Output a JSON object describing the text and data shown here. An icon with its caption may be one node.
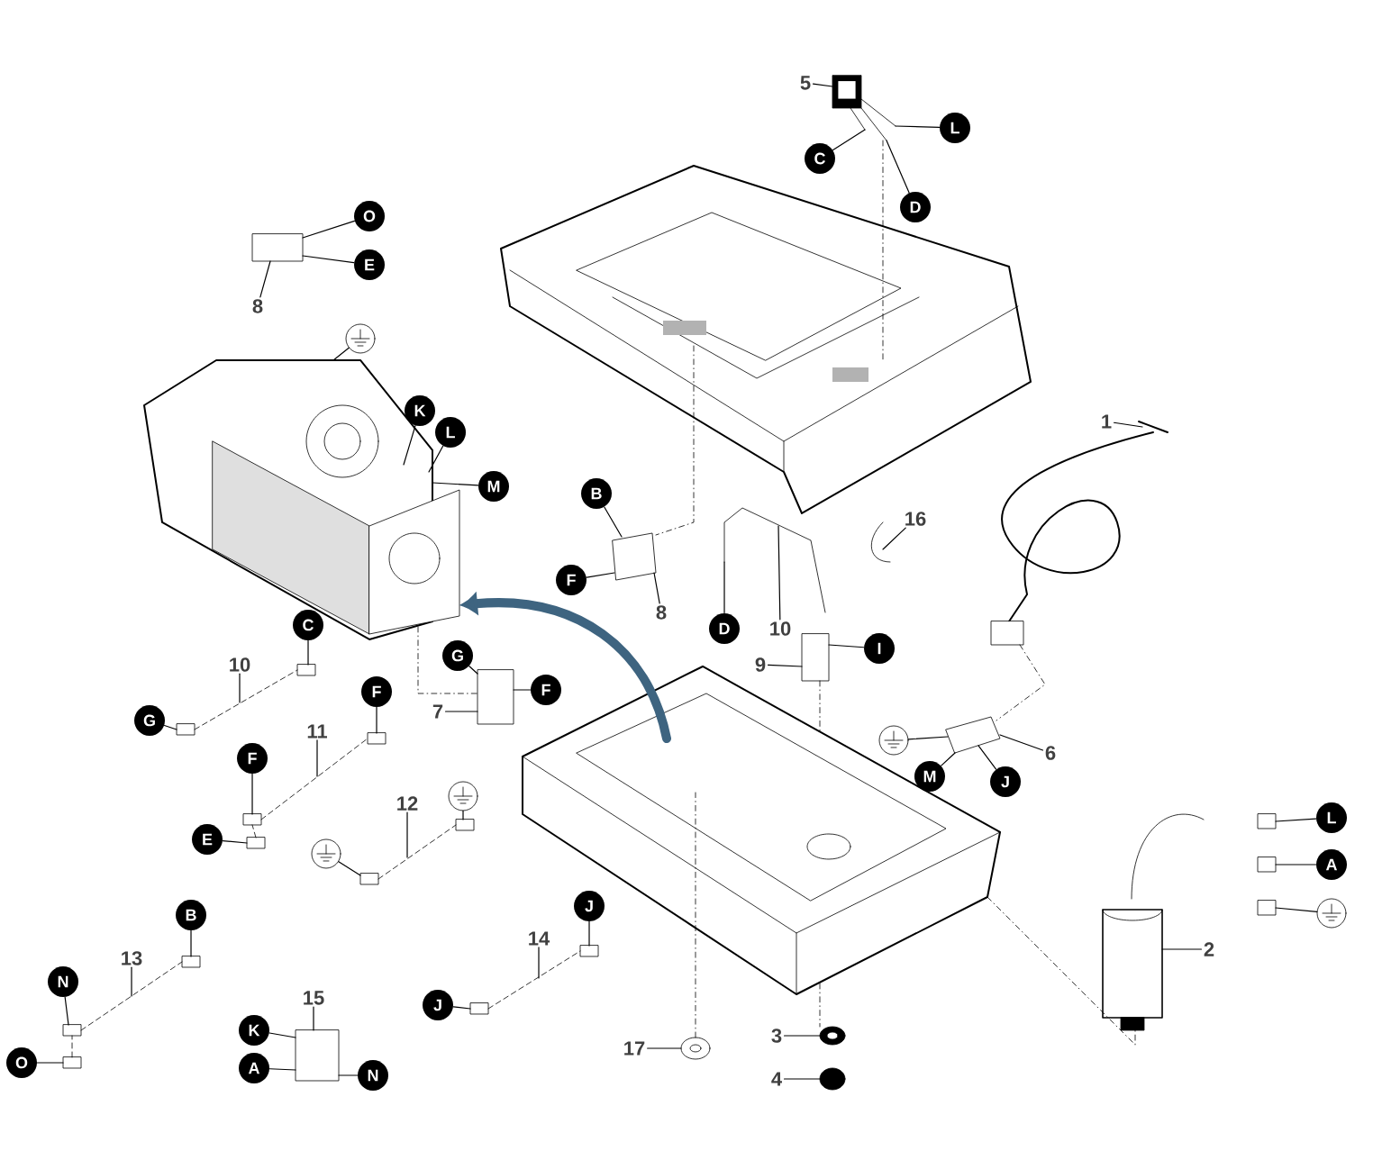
{
  "diagram": {
    "nodes": [
      {
        "text": [
          "5"
        ]
      },
      {
        "text": [
          "C"
        ]
      },
      {
        "text": [
          "L"
        ]
      },
      {
        "text": [
          "D"
        ]
      },
      {
        "text": [
          "O"
        ]
      },
      {
        "text": [
          "E"
        ]
      },
      {
        "text": [
          "8"
        ]
      },
      {
        "text": [],
        "shape": "circle"
      },
      {
        "text": [
          "K"
        ]
      },
      {
        "text": [
          "L"
        ]
      },
      {
        "text": [
          "M"
        ]
      },
      {
        "text": [
          "B"
        ]
      },
      {
        "text": [
          "F"
        ]
      },
      {
        "text": [
          "8"
        ]
      },
      {
        "text": [
          "10"
        ]
      },
      {
        "text": [
          "D"
        ]
      },
      {
        "text": [
          "I"
        ]
      },
      {
        "text": [
          "9"
        ]
      },
      {
        "text": [
          "16"
        ]
      },
      {
        "text": [
          "1"
        ]
      },
      {
        "text": [
          "C"
        ]
      },
      {
        "text": [
          "10"
        ]
      },
      {
        "text": [
          "G"
        ]
      },
      {
        "text": [
          "G"
        ]
      },
      {
        "text": [
          "F"
        ]
      },
      {
        "text": [
          "7"
        ]
      },
      {
        "text": [
          "F"
        ]
      },
      {
        "text": [
          "11"
        ]
      },
      {
        "text": [
          "F"
        ]
      },
      {
        "text": [
          "E"
        ]
      },
      {
        "text": [],
        "shape": "circle"
      },
      {
        "text": [],
        "shape": "circle"
      },
      {
        "text": [
          "12"
        ]
      },
      {
        "text": [
          "B"
        ]
      },
      {
        "text": [
          "13"
        ]
      },
      {
        "text": [
          "N"
        ]
      },
      {
        "text": [
          "O"
        ]
      },
      {
        "text": [
          "J"
        ]
      },
      {
        "text": [
          "14"
        ]
      },
      {
        "text": [
          "J"
        ]
      },
      {
        "text": [
          "15"
        ]
      },
      {
        "text": [
          "K"
        ]
      },
      {
        "text": [
          "A"
        ]
      },
      {
        "text": [
          "N"
        ]
      },
      {
        "text": [],
        "shape": "circle"
      },
      {
        "text": [
          "6"
        ]
      },
      {
        "text": [
          "M"
        ]
      },
      {
        "text": [
          "J"
        ]
      },
      {
        "text": [
          "L"
        ]
      },
      {
        "text": [
          "A"
        ]
      },
      {
        "text": [],
        "shape": "circle"
      },
      {
        "text": [
          "2"
        ]
      },
      {
        "text": [
          "17"
        ]
      },
      {
        "text": [
          "3"
        ]
      },
      {
        "text": [
          "4"
        ]
      },
      {
        "text": [],
        "shape": "picture"
      },
      {
        "text": [],
        "shape": "picture"
      },
      {
        "text": [],
        "shape": "picture"
      },
      {
        "text": [],
        "shape": "box"
      },
      {
        "text": [],
        "shape": "picture"
      },
      {
        "text": [],
        "shape": "picture"
      },
      {
        "text": [],
        "shape": "picture"
      },
      {
        "text": [],
        "shape": "picture"
      },
      {
        "text": [],
        "shape": "picture"
      },
      {
        "text": [],
        "shape": "picture"
      },
      {
        "text": [],
        "shape": "picture"
      },
      {
        "text": [],
        "shape": "picture"
      },
      {
        "text": [],
        "shape": "box"
      },
      {
        "text": [],
        "shape": "box"
      },
      {
        "text": [],
        "shape": "box"
      },
      {
        "text": [],
        "shape": "picture"
      },
      {
        "text": [],
        "shape": "circle"
      },
      {
        "text": [],
        "shape": "picture"
      },
      {
        "text": [],
        "shape": "picture"
      },
      {
        "text": [],
        "shape": "picture"
      },
      {
        "text": [],
        "shape": "picture"
      },
      {
        "text": [],
        "shape": "picture"
      },
      {
        "text": [],
        "shape": "picture"
      },
      {
        "text": [],
        "shape": "picture"
      },
      {
        "text": [],
        "shape": "picture"
      }
    ],
    "edges": [
      {
        "from": 0,
        "to": 55,
        "arrow": "none"
      },
      {
        "from": 1,
        "to": 55,
        "arrow": "none"
      },
      {
        "from": 2,
        "to": 55,
        "arrow": "none"
      },
      {
        "from": 3,
        "to": 55,
        "arrow": "none"
      },
      {
        "from": 4,
        "to": 58,
        "arrow": "none"
      },
      {
        "from": 5,
        "to": 58,
        "arrow": "none"
      },
      {
        "from": 6,
        "to": 58,
        "arrow": "none"
      },
      {
        "from": 7,
        "to": 57,
        "arrow": "none"
      },
      {
        "from": 8,
        "to": 57,
        "arrow": "none"
      },
      {
        "from": 9,
        "to": 57,
        "arrow": "none"
      },
      {
        "from": 10,
        "to": 57,
        "arrow": "none"
      },
      {
        "from": 11,
        "to": 59,
        "arrow": "none"
      },
      {
        "from": 12,
        "to": 59,
        "arrow": "none"
      },
      {
        "from": 13,
        "to": 59,
        "arrow": "none"
      },
      {
        "from": 14,
        "to": 60,
        "arrow": "none"
      },
      {
        "from": 15,
        "to": 60,
        "arrow": "none"
      },
      {
        "from": 16,
        "to": 61,
        "arrow": "none"
      },
      {
        "from": 17,
        "to": 61,
        "arrow": "none"
      },
      {
        "from": 18,
        "to": 62,
        "arrow": "none"
      },
      {
        "from": 19,
        "to": 63,
        "arrow": "none"
      },
      {
        "from": 20,
        "to": 73,
        "arrow": "none"
      },
      {
        "from": 21,
        "to": 73,
        "arrow": "none"
      },
      {
        "from": 22,
        "to": 73,
        "arrow": "none"
      },
      {
        "from": 23,
        "to": 78,
        "arrow": "none"
      },
      {
        "from": 24,
        "to": 78,
        "arrow": "none"
      },
      {
        "from": 25,
        "to": 78,
        "arrow": "none"
      },
      {
        "from": 26,
        "to": 74,
        "arrow": "none"
      },
      {
        "from": 27,
        "to": 74,
        "arrow": "none"
      },
      {
        "from": 28,
        "to": 74,
        "arrow": "none"
      },
      {
        "from": 29,
        "to": 74,
        "arrow": "none"
      },
      {
        "from": 30,
        "to": 75,
        "arrow": "none"
      },
      {
        "from": 31,
        "to": 75,
        "arrow": "none"
      },
      {
        "from": 32,
        "to": 75,
        "arrow": "none"
      },
      {
        "from": 33,
        "to": 76,
        "arrow": "none"
      },
      {
        "from": 34,
        "to": 76,
        "arrow": "none"
      },
      {
        "from": 35,
        "to": 76,
        "arrow": "none"
      },
      {
        "from": 36,
        "to": 76,
        "arrow": "none"
      },
      {
        "from": 37,
        "to": 77,
        "arrow": "none"
      },
      {
        "from": 38,
        "to": 77,
        "arrow": "none"
      },
      {
        "from": 39,
        "to": 77,
        "arrow": "none"
      },
      {
        "from": 40,
        "to": 79,
        "arrow": "none"
      },
      {
        "from": 41,
        "to": 79,
        "arrow": "none"
      },
      {
        "from": 42,
        "to": 79,
        "arrow": "none"
      },
      {
        "from": 43,
        "to": 79,
        "arrow": "none"
      },
      {
        "from": 44,
        "to": 65,
        "arrow": "none"
      },
      {
        "from": 45,
        "to": 65,
        "arrow": "none"
      },
      {
        "from": 46,
        "to": 65,
        "arrow": "none"
      },
      {
        "from": 47,
        "to": 65,
        "arrow": "none"
      },
      {
        "from": 48,
        "to": 67,
        "arrow": "none"
      },
      {
        "from": 49,
        "to": 68,
        "arrow": "none"
      },
      {
        "from": 50,
        "to": 69,
        "arrow": "none"
      },
      {
        "from": 51,
        "to": 66,
        "arrow": "none"
      },
      {
        "from": 52,
        "to": 72,
        "arrow": "none"
      },
      {
        "from": 53,
        "to": 70,
        "arrow": "none"
      },
      {
        "from": 54,
        "to": 71,
        "arrow": "none"
      },
      {
        "from": 55,
        "to": 56,
        "arrow": "none",
        "style": "dashed"
      },
      {
        "from": 56,
        "to": 59,
        "arrow": "none",
        "style": "dashed"
      },
      {
        "from": 61,
        "to": 64,
        "arrow": "none",
        "style": "dashed"
      },
      {
        "from": 63,
        "to": 65,
        "arrow": "none",
        "style": "dashed"
      },
      {
        "from": 64,
        "to": 66,
        "arrow": "none",
        "style": "dashed"
      },
      {
        "from": 72,
        "to": 64,
        "arrow": "none",
        "style": "dashed"
      },
      {
        "from": 57,
        "to": 78,
        "arrow": "none",
        "style": "dashed"
      },
      {
        "from": 64,
        "to": 57,
        "arrow": "to",
        "style": "thick",
        "color": "#3e6480"
      },
      {
        "from": 64,
        "to": 70,
        "arrow": "none",
        "style": "dashed"
      }
    ]
  }
}
